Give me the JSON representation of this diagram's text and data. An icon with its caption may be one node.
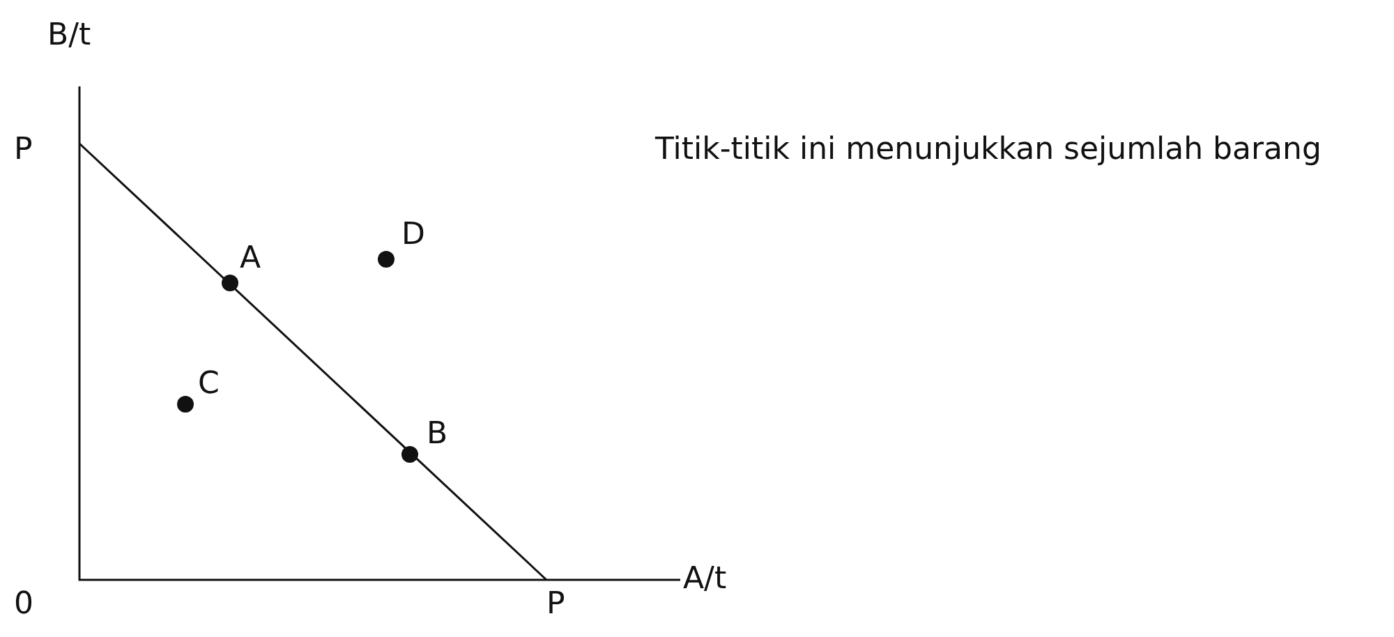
{
  "diagram": {
    "labels": [
      "B/t",
      "P",
      "Titik-titik ini menunjukkan sejumlah barang",
      "D",
      "A",
      "C",
      "B",
      "0",
      "P",
      "A/t"
    ]
  }
}
